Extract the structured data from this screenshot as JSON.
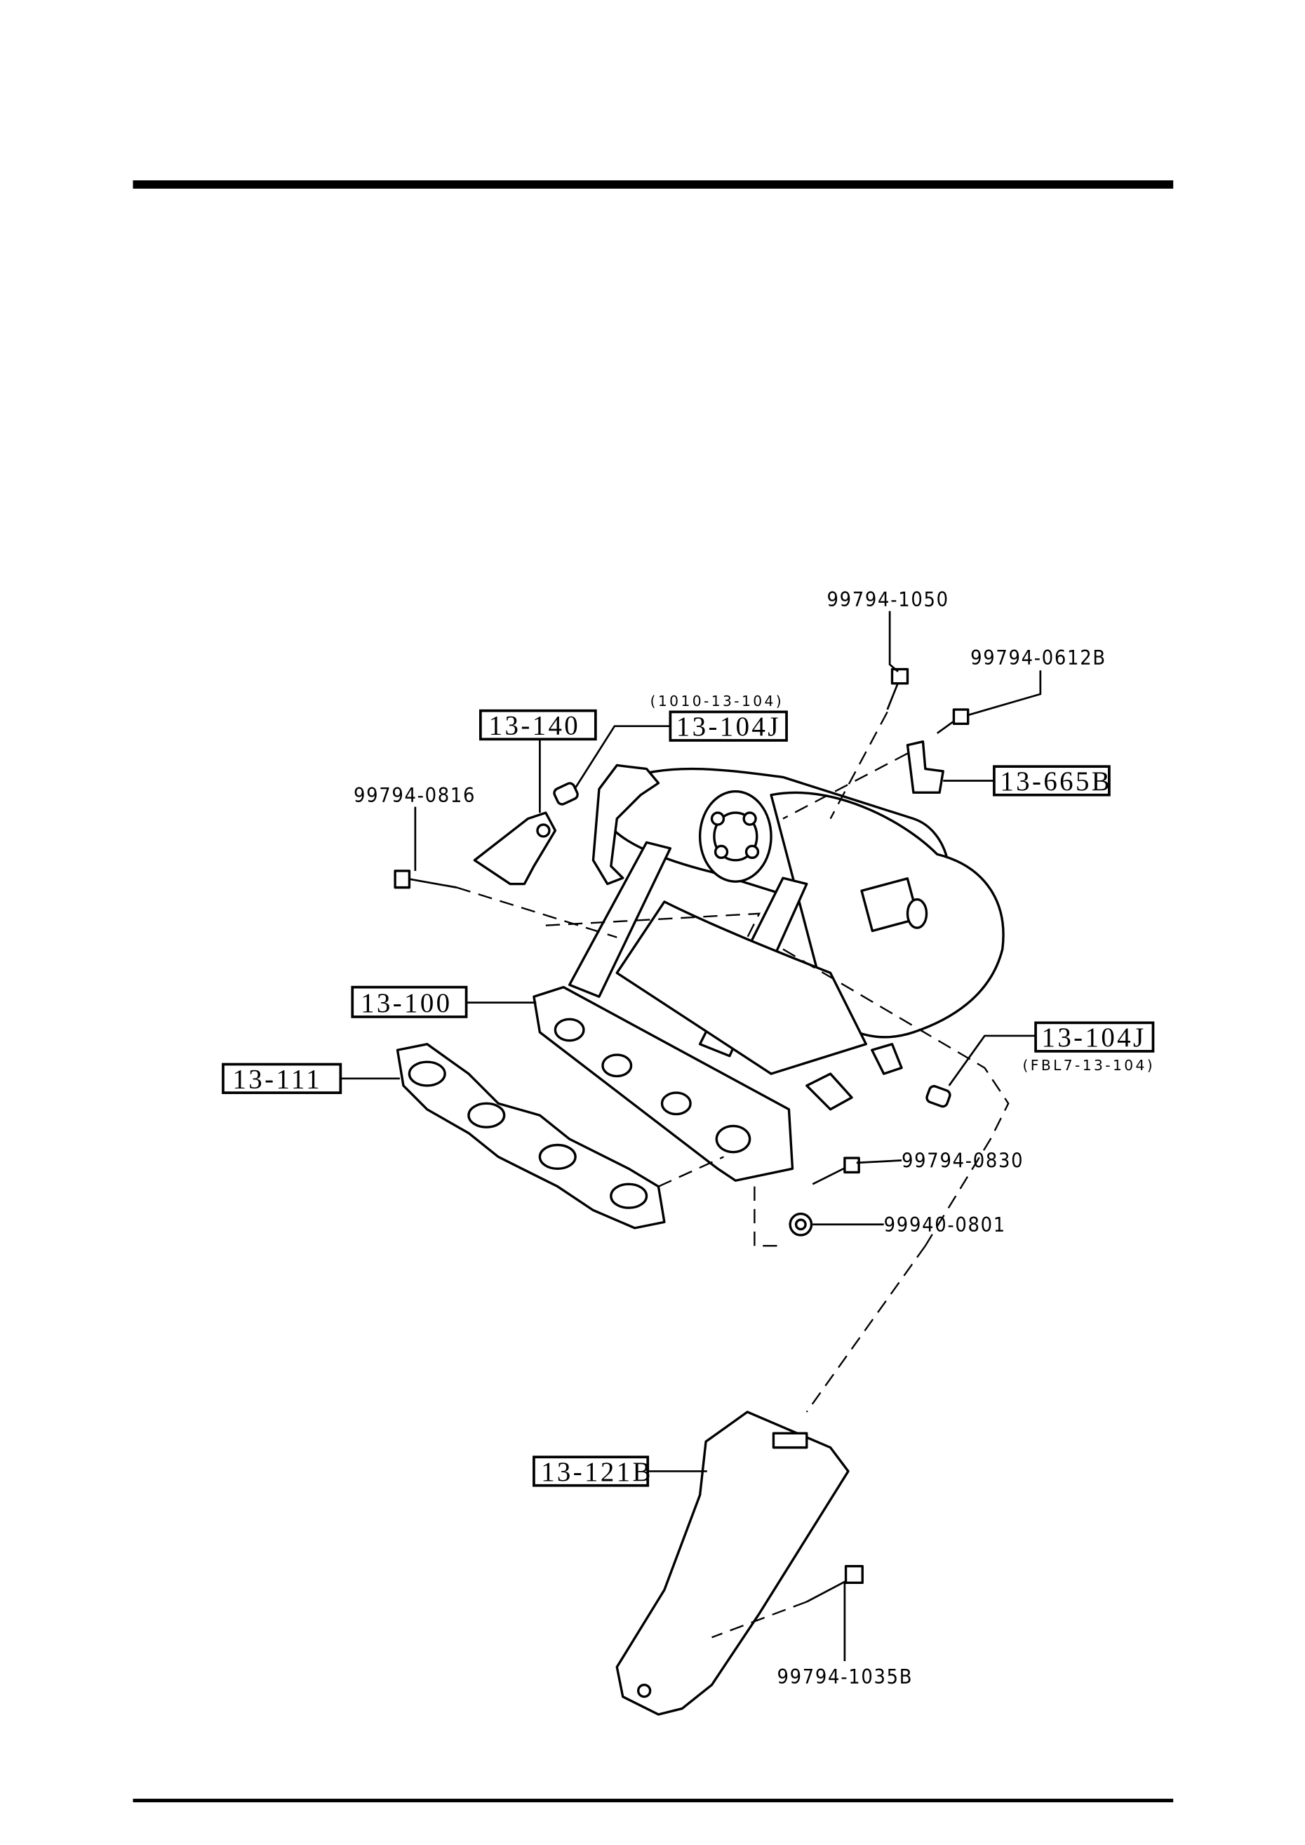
{
  "diagram": {
    "callouts": {
      "bolt_1050": "99794-1050",
      "bolt_0612b": "99794-0612B",
      "note_1010": "(1010-13-104)",
      "cap_top": "13-104J",
      "bracket_140": "13-140",
      "bracket_665b": "13-665B",
      "bolt_0816": "99794-0816",
      "manifold_100": "13-100",
      "gasket_111": "13-111",
      "cap_right": "13-104J",
      "note_fbl7": "(FBL7-13-104)",
      "bolt_0830": "99794-0830",
      "nut_0801": "99940-0801",
      "bracket_121b": "13-121B",
      "bolt_1035b": "99794-1035B"
    }
  }
}
